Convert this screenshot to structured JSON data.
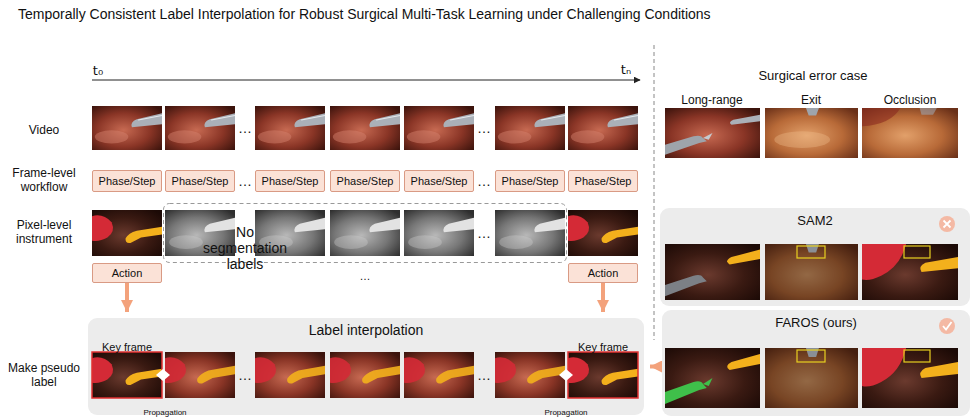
{
  "diagram": {
    "title": "Temporally Consistent Label Interpolation for Robust Surgical Multi-Task Learning under Challenging Conditions",
    "nodes": [
      {
        "text": [
          "Phase/Step"
        ]
      },
      {
        "text": [
          "Phase/Step"
        ]
      },
      {
        "text": [
          "Phase/Step"
        ]
      },
      {
        "text": [
          "Phase/Step"
        ]
      },
      {
        "text": [
          "Phase/Step"
        ]
      },
      {
        "text": [
          "Phase/Step"
        ]
      },
      {
        "text": [
          "Phase/Step"
        ]
      },
      {
        "text": [
          "Action"
        ]
      },
      {
        "text": [
          "Action"
        ]
      },
      {
        "text": [
          "Label interpolation"
        ]
      },
      {
        "text": [
          "SAM2"
        ]
      },
      {
        "text": [
          "FAROS (ours)"
        ]
      }
    ],
    "edges": [
      {
        "from": 7,
        "to": 9,
        "arrow": "to"
      },
      {
        "from": 8,
        "to": 9,
        "arrow": "to"
      },
      {
        "from": 11,
        "to": 9,
        "arrow": "to"
      }
    ],
    "labels": [
      "t₀",
      "tₙ",
      "Video",
      "Frame-level workflow",
      "Pixel-level instrument",
      "Make pseudo label",
      "…",
      "…",
      "…",
      "…",
      "No segmentation labels",
      "…",
      "…",
      "Key frame",
      "Key frame",
      "…",
      "…",
      "Propagation",
      "Propagation",
      "Surgical error case",
      "Long-range",
      "Exit",
      "Occlusion"
    ]
  }
}
